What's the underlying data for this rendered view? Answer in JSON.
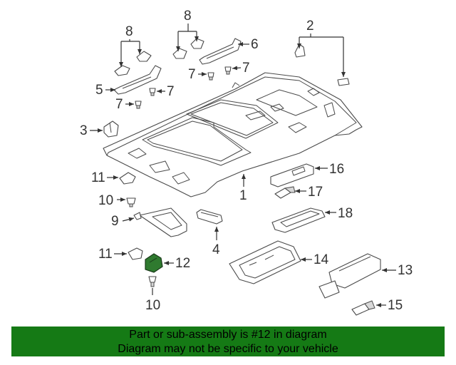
{
  "callouts": {
    "c1": "1",
    "c2": "2",
    "c3": "3",
    "c4": "4",
    "c5": "5",
    "c6": "6",
    "c7": "7",
    "c8": "8",
    "c9": "9",
    "c10": "10",
    "c11": "11",
    "c12": "12",
    "c13": "13",
    "c14": "14",
    "c15": "15",
    "c16": "16",
    "c17": "17",
    "c18": "18"
  },
  "footer": {
    "line1": "Part or sub-assembly is #12 in diagram",
    "line2": "Diagram may not be specific to your vehicle"
  },
  "colors": {
    "banner": "#157a15",
    "highlight_part": "#2f7a2f"
  }
}
